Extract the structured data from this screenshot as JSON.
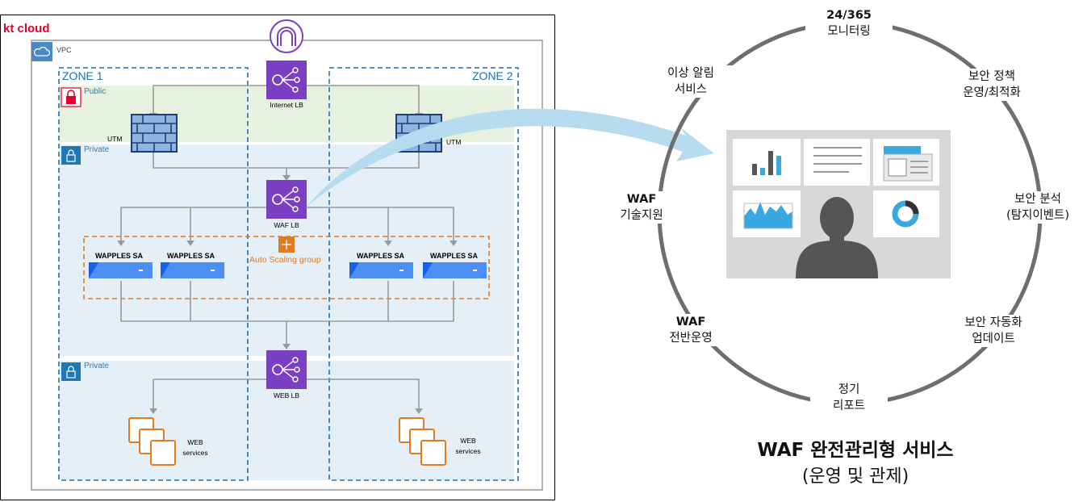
{
  "brand": "kt cloud",
  "vpc_label": "VPC",
  "zones": [
    "ZONE 1",
    "ZONE 2"
  ],
  "subnets": {
    "public": "Public",
    "private": "Private"
  },
  "components": {
    "internet_lb": "Internet LB",
    "waf_lb": "WAF LB",
    "web_lb": "WEB LB",
    "utm": "UTM",
    "wapples": "WAPPLES SA",
    "auto_scaling": "Auto Scaling group",
    "web_services_line1": "WEB",
    "web_services_line2": "services"
  },
  "ring": {
    "top_bold": "24/365",
    "top": "모니터링",
    "upper_right": [
      "보안 정책",
      "운영/최적화"
    ],
    "right": [
      "보안 분석",
      "(탐지이벤트)"
    ],
    "lower_right": [
      "보안 자동화",
      "업데이트"
    ],
    "bottom": [
      "정기",
      "리포트"
    ],
    "lower_left_bold": "WAF",
    "lower_left": "전반운영",
    "left_bold": "WAF",
    "left": "기술지원",
    "upper_left": [
      "이상 알림",
      "서비스"
    ]
  },
  "service_title": "WAF 완전관리형 서비스",
  "service_subtitle": "(운영 및 관제)",
  "colors": {
    "brand_red": "#e4002b",
    "zone_blue": "#1f6fb5",
    "lb_purple": "#7b3fc4",
    "asg_orange": "#e07b20",
    "public_green": "#e6f1e0",
    "private_blue": "#e4eff7",
    "wapples_blue": "#1560e8",
    "callout_blue": "#b7dcef"
  }
}
